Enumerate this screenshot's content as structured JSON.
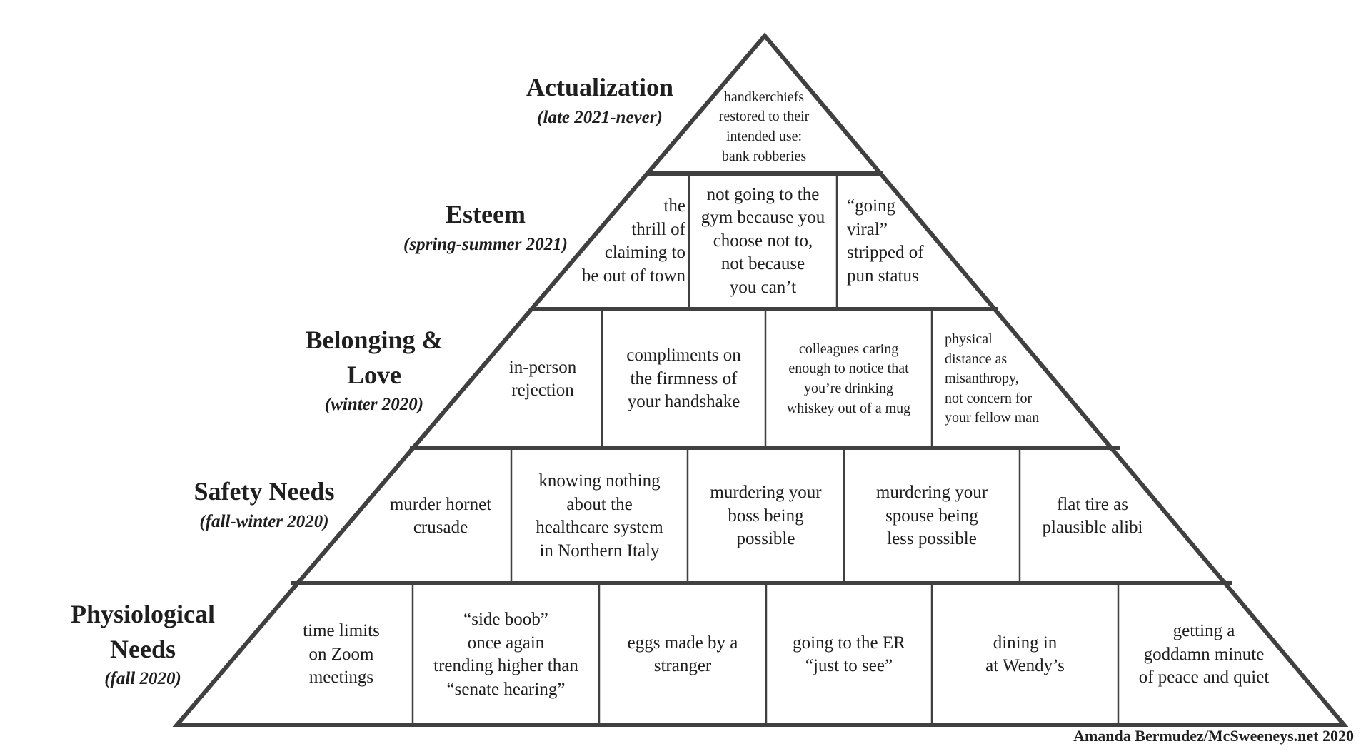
{
  "levels": [
    {
      "title": "Actualization",
      "period": "(late 2021-never)",
      "cells": [
        "handkerchiefs\nrestored to their\nintended use:\nbank robberies"
      ]
    },
    {
      "title": "Esteem",
      "period": "(spring-summer 2021)",
      "cells": [
        "the\nthrill of\nclaiming to\nbe out of town",
        "not going to the\ngym because you\nchoose not to,\nnot because\nyou can’t",
        "“going\nviral”\nstripped of\npun status"
      ]
    },
    {
      "title": "Belonging &\nLove",
      "period": "(winter 2020)",
      "cells": [
        "in-person\nrejection",
        "compliments on\nthe firmness of\nyour handshake",
        "colleagues caring\nenough to notice that\nyou’re drinking\nwhiskey out of a mug",
        "physical\ndistance as\nmisanthropy,\nnot concern for\nyour fellow man"
      ]
    },
    {
      "title": "Safety Needs",
      "period": "(fall-winter 2020)",
      "cells": [
        "murder hornet\ncrusade",
        "knowing nothing\nabout the\nhealthcare system\nin Northern Italy",
        "murdering your\nboss being\npossible",
        "murdering your\nspouse being\nless possible",
        "flat tire as\nplausible alibi"
      ]
    },
    {
      "title": "Physiological\nNeeds",
      "period": "(fall 2020)",
      "cells": [
        "time limits\non Zoom\nmeetings",
        "“side boob”\nonce again\ntrending higher than\n“senate hearing”",
        "eggs made by a\nstranger",
        "going to the ER\n“just to see”",
        "dining in\nat Wendy’s",
        "getting a\ngoddamn minute\nof peace and quiet"
      ]
    }
  ],
  "credit": "Amanda Bermudez/McSweeneys.net 2020"
}
